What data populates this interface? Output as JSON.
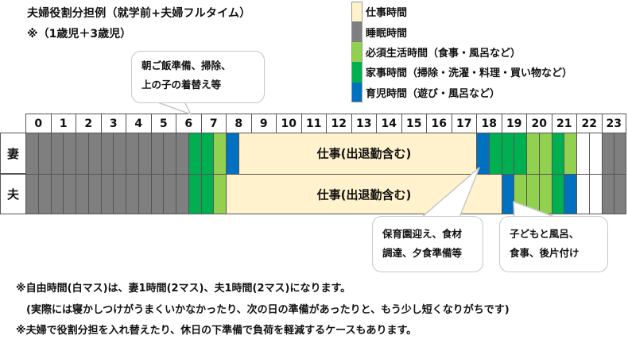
{
  "header": {
    "title": "夫婦役割分担例（就学前+夫婦フルタイム）",
    "subtitle": "※（1歳児＋3歳児）"
  },
  "legend": [
    {
      "key": "work",
      "label": "仕事時間",
      "color": "#FFF2CC"
    },
    {
      "key": "sleep",
      "label": "睡眠時間",
      "color": "#7F7F7F"
    },
    {
      "key": "life",
      "label": "必須生活時間（食事・風呂など）",
      "color": "#92D050"
    },
    {
      "key": "house",
      "label": "家事時間（掃除・洗濯・料理・買い物など）",
      "color": "#00B050"
    },
    {
      "key": "child",
      "label": "育児時間（遊び・風呂など）",
      "color": "#0070C0"
    }
  ],
  "colors": {
    "free": "#FFFFFF",
    "grid_line": "#555555"
  },
  "callouts": {
    "morning": "朝ご飯準備、掃除、\n上の子の着替え等",
    "evening_wife": "保育園迎え、食材\n調達、夕食準備等",
    "evening_husband": "子どもと風呂、\n食事、後片付け"
  },
  "notes": [
    "※自由時間(白マス)は、妻1時間(2マス)、夫1時間(2マス)になります。",
    "　(実際には寝かしつけがうまくいかなかったり、次の日の準備があったりと、もう少し短くなりがちです)",
    "※夫婦で役割分担を入れ替えたり、休日の下準備で負荷を軽減するケースもあります。"
  ],
  "chart_data": {
    "type": "heatmap",
    "title": "夫婦役割分担例（就学前+夫婦フルタイム）",
    "subtitle": "※（1歳児＋3歳児）",
    "x_unit": "30-minute slots",
    "hours": [
      "0",
      "1",
      "2",
      "3",
      "4",
      "5",
      "6",
      "7",
      "8",
      "9",
      "10",
      "11",
      "12",
      "13",
      "14",
      "15",
      "16",
      "17",
      "18",
      "19",
      "20",
      "21",
      "22",
      "23"
    ],
    "work_label": "仕事(出退勤含む)",
    "rows": [
      {
        "name": "妻",
        "segments": [
          {
            "category": "sleep",
            "start": 0.0,
            "end": 6.5
          },
          {
            "category": "house",
            "start": 6.5,
            "end": 7.5
          },
          {
            "category": "life",
            "start": 7.5,
            "end": 8.0
          },
          {
            "category": "child",
            "start": 8.0,
            "end": 8.5
          },
          {
            "category": "work",
            "start": 8.5,
            "end": 18.0
          },
          {
            "category": "child",
            "start": 18.0,
            "end": 18.5
          },
          {
            "category": "house",
            "start": 18.5,
            "end": 20.0
          },
          {
            "category": "life",
            "start": 20.0,
            "end": 21.0
          },
          {
            "category": "house",
            "start": 21.0,
            "end": 21.5
          },
          {
            "category": "life",
            "start": 21.5,
            "end": 22.0
          },
          {
            "category": "free",
            "start": 22.0,
            "end": 23.0
          },
          {
            "category": "sleep",
            "start": 23.0,
            "end": 24.0
          }
        ],
        "slots": [
          "sleep",
          "sleep",
          "sleep",
          "sleep",
          "sleep",
          "sleep",
          "sleep",
          "sleep",
          "sleep",
          "sleep",
          "sleep",
          "sleep",
          "sleep",
          "house",
          "house",
          "life",
          "child",
          "work",
          "work",
          "work",
          "work",
          "work",
          "work",
          "work",
          "work",
          "work",
          "work",
          "work",
          "work",
          "work",
          "work",
          "work",
          "work",
          "work",
          "work",
          "work",
          "child",
          "house",
          "house",
          "house",
          "life",
          "life",
          "house",
          "life",
          "free",
          "free",
          "sleep",
          "sleep"
        ]
      },
      {
        "name": "夫",
        "segments": [
          {
            "category": "sleep",
            "start": 0.0,
            "end": 6.5
          },
          {
            "category": "house",
            "start": 6.5,
            "end": 7.5
          },
          {
            "category": "life",
            "start": 7.5,
            "end": 8.0
          },
          {
            "category": "work",
            "start": 8.0,
            "end": 19.0
          },
          {
            "category": "child",
            "start": 19.0,
            "end": 19.5
          },
          {
            "category": "life",
            "start": 19.5,
            "end": 21.0
          },
          {
            "category": "house",
            "start": 21.0,
            "end": 21.5
          },
          {
            "category": "child",
            "start": 21.5,
            "end": 22.0
          },
          {
            "category": "free",
            "start": 22.0,
            "end": 23.0
          },
          {
            "category": "sleep",
            "start": 23.0,
            "end": 24.0
          }
        ],
        "slots": [
          "sleep",
          "sleep",
          "sleep",
          "sleep",
          "sleep",
          "sleep",
          "sleep",
          "sleep",
          "sleep",
          "sleep",
          "sleep",
          "sleep",
          "sleep",
          "house",
          "house",
          "life",
          "work",
          "work",
          "work",
          "work",
          "work",
          "work",
          "work",
          "work",
          "work",
          "work",
          "work",
          "work",
          "work",
          "work",
          "work",
          "work",
          "work",
          "work",
          "work",
          "work",
          "work",
          "work",
          "child",
          "life",
          "life",
          "life",
          "house",
          "child",
          "free",
          "free",
          "sleep",
          "sleep"
        ]
      }
    ],
    "free_time": {
      "妻": "1時間(2マス)",
      "夫": "1時間(2マス)"
    }
  }
}
